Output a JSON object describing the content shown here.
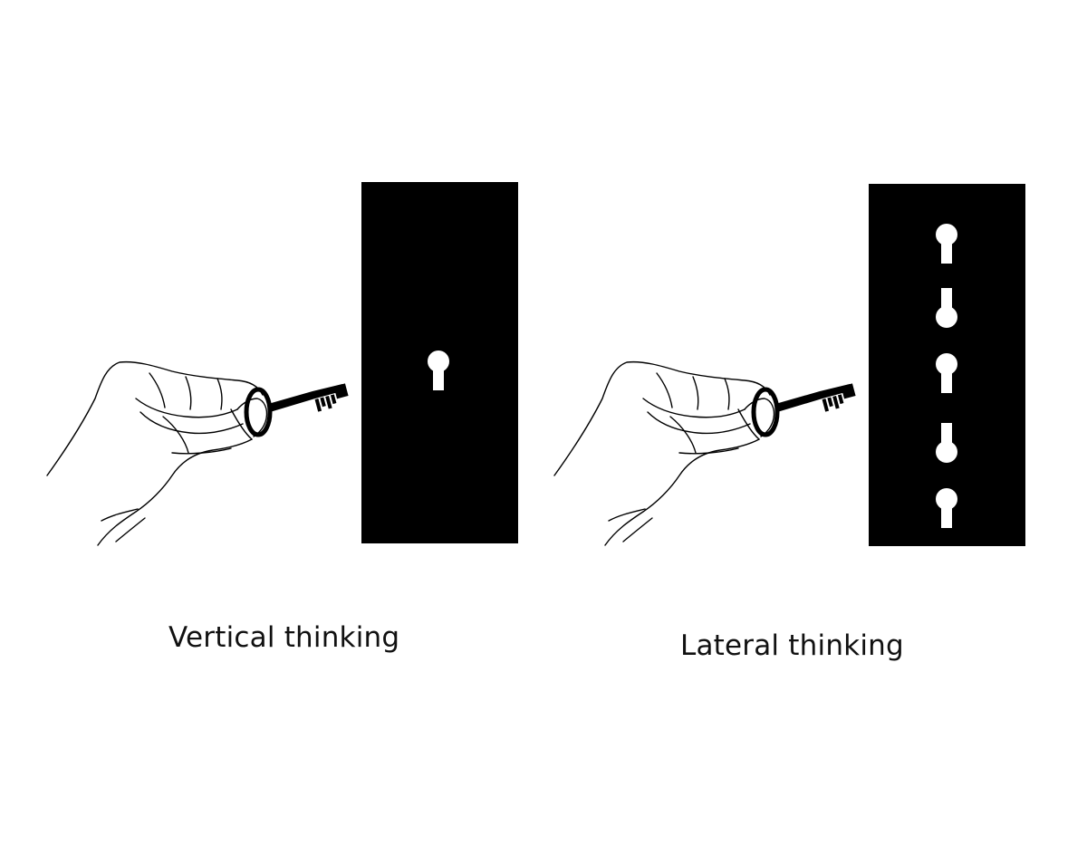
{
  "captions": {
    "vertical": "Vertical thinking",
    "lateral": "Lateral thinking"
  },
  "panels": [
    {
      "name": "vertical",
      "door_color": "#000000",
      "keyhole_color": "#ffffff",
      "keyhole_count": 1,
      "keyhole_orientation": [
        "upright"
      ]
    },
    {
      "name": "lateral",
      "door_color": "#000000",
      "keyhole_color": "#ffffff",
      "keyhole_count": 5,
      "keyhole_orientation": [
        "upright",
        "inverted",
        "upright",
        "inverted",
        "upright"
      ]
    }
  ],
  "icons": [
    "hand-holding-key-icon",
    "key-icon",
    "keyhole-icon"
  ]
}
